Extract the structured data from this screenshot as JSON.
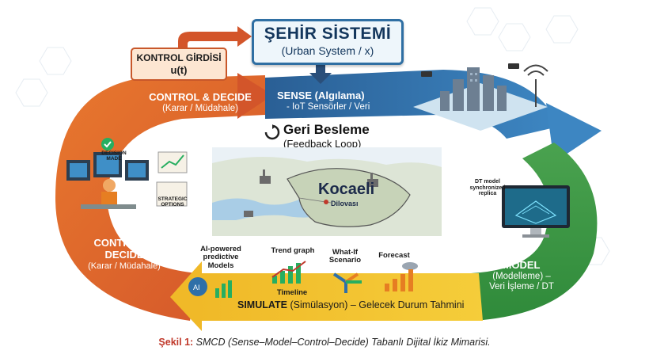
{
  "urban_system": {
    "title": "ŞEHİR SİSTEMİ",
    "subtitle": "(Urban System / x)"
  },
  "control_input": {
    "title": "KONTROL GİRDİSİ",
    "subtitle": "u(t)"
  },
  "sense": {
    "title": "SENSE (Algılama)",
    "subtitle": "- IoT Sensörler / Veri"
  },
  "control_top": {
    "title": "CONTROL & DECIDE",
    "subtitle": "(Karar / Müdahale)"
  },
  "control_bottom": {
    "title_line1": "CONTROL &",
    "title_line2": "DECIDE",
    "subtitle": "(Karar / Müdahale)"
  },
  "feedback": {
    "title": "Geri Besleme",
    "subtitle": "(Feedback Loop)"
  },
  "map": {
    "region": "Kocaeli",
    "city": "Dilovası"
  },
  "model": {
    "title": "MODEL",
    "line2": "(Modelleme) –",
    "line3": "Veri İşleme / DT"
  },
  "dt_replica": {
    "text": "DT model synchronized replica"
  },
  "simulate": {
    "label_bold": "SIMULATE",
    "label_rest": " (Simülasyon) – Gelecek Durum Tahmini",
    "items": {
      "ai": "AI-powered predictive Models",
      "trend": "Trend graph",
      "timeline": "Timeline",
      "whatif": "What-If Scenario",
      "forecast": "Forecast"
    }
  },
  "decision": {
    "made": "DECISION MADE",
    "options": "STRATEGIC OPTIONS"
  },
  "caption": {
    "label": "Şekil 1:",
    "text": " SMCD (Sense–Model–Control–Decide) Tabanlı Dijital İkiz Mimarisi."
  },
  "colors": {
    "sense": "#2f6fa8",
    "model": "#3f9a47",
    "simulate": "#f2c22e",
    "control": "#e06a2a",
    "control_dark": "#c9502a"
  }
}
